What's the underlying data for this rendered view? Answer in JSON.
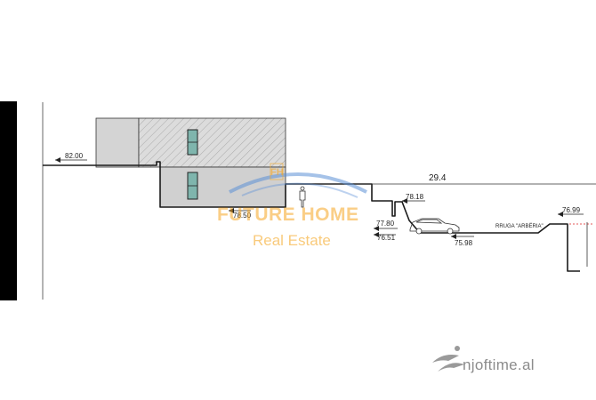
{
  "drawing": {
    "labels": {
      "elev_82_00": "82.00",
      "elev_78_50": "78.50",
      "elev_78_18": "78.18",
      "elev_77_80": "77.80",
      "elev_76_51": "76.51",
      "elev_75_98": "75.98",
      "elev_76_99": "76.99",
      "dimension_29_4": "29.4",
      "road_name": "RRUGA \"ARBËRIA\""
    }
  },
  "watermark": {
    "logo_letters": "FH",
    "title": "FUTURE HOME",
    "subtitle": "Real Estate"
  },
  "brand": {
    "text": "njoftime.al"
  },
  "colors": {
    "line": "#1a1a1a",
    "hatch_fill": "#d6d6d6",
    "window_fill": "#7fb5ad",
    "watermark_orange": "#f5a623",
    "watermark_blue": "#5b8fd6",
    "brand_gray": "#8c8c8c",
    "left_bar": "#000000"
  }
}
